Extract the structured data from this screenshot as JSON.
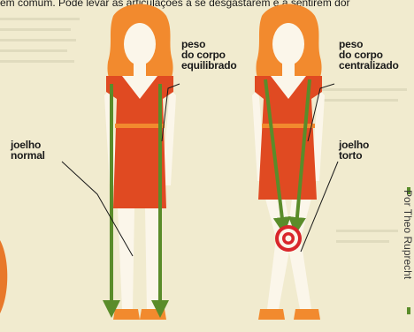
{
  "caption_text": "em comum. Pode levar as articulações a se desgastarem e a sentirem dor",
  "left_figure": {
    "weight_label": [
      "peso",
      "do corpo",
      "equilibrado"
    ],
    "knee_label": [
      "joelho",
      "normal"
    ]
  },
  "right_figure": {
    "weight_label": [
      "peso",
      "do corpo",
      "centralizado"
    ],
    "knee_label": [
      "joelho",
      "torto"
    ]
  },
  "credit": "Por Theo Ruprecht",
  "colors": {
    "background": "#f1ebcf",
    "dress": "#e04a22",
    "hair": "#f28a2e",
    "arrow": "#5a8c2a",
    "target": "#d9262b",
    "skin": "#fbf6ea"
  }
}
